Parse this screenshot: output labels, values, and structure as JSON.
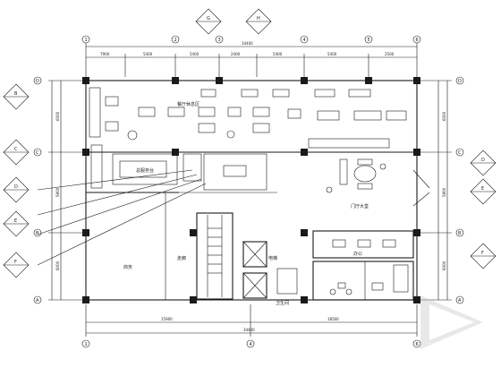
{
  "dimensions": {
    "top_total": "34400",
    "top_segments": [
      "7900",
      "5400",
      "5400",
      "2400",
      "5400",
      "5400",
      "2500"
    ],
    "bottom_total": "34400",
    "bottom_segments": [
      "15900",
      "18500"
    ],
    "left_segments": [
      "6000",
      "5800",
      "6000"
    ],
    "right_segments": [
      "6000",
      "5800",
      "6000"
    ]
  },
  "room_labels": {
    "dining": "餐厅休息区",
    "front_desk": "总服务台",
    "lobby": "门厅大堂",
    "left_room": "商务",
    "corridor": "走廊",
    "office": "办公",
    "elevator": "电梯",
    "restroom": "卫生间"
  },
  "axis_labels": {
    "columns_top": [
      "1",
      "2",
      "3",
      "4",
      "5",
      "6"
    ],
    "columns_bottom": [
      "1",
      "4",
      "6"
    ],
    "rows_left": [
      "A",
      "B",
      "C",
      "D"
    ],
    "rows_right": [
      "A",
      "B",
      "C",
      "D"
    ]
  },
  "callouts_left": [
    "B",
    "C",
    "D",
    "E",
    "F"
  ],
  "callouts_top": [
    "G",
    "H"
  ],
  "callouts_right": [
    "D",
    "E",
    "F"
  ],
  "colors": {
    "line": "#1a1a1a",
    "background": "#ffffff",
    "wall_fill": "#1a1a1a",
    "watermark": "#bfbfbf"
  }
}
